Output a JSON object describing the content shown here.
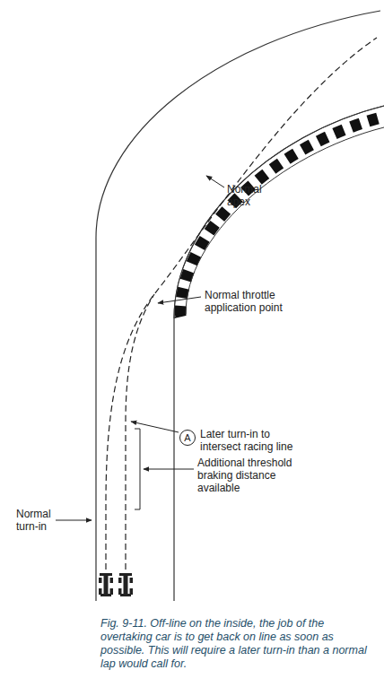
{
  "diagram": {
    "caption": "Fig. 9-11. Off-line on the inside, the job of the overtaking car is to get back on line as soon as possible. This will require a later turn-in than a normal lap would call for.",
    "nodes": [
      {
        "text": [
          "A"
        ]
      }
    ],
    "labels": [
      "Normal apex",
      "Normal throttle application point",
      "Later turn-in to intersect racing line",
      "Additional threshold braking distance available",
      "Normal turn-in"
    ]
  }
}
